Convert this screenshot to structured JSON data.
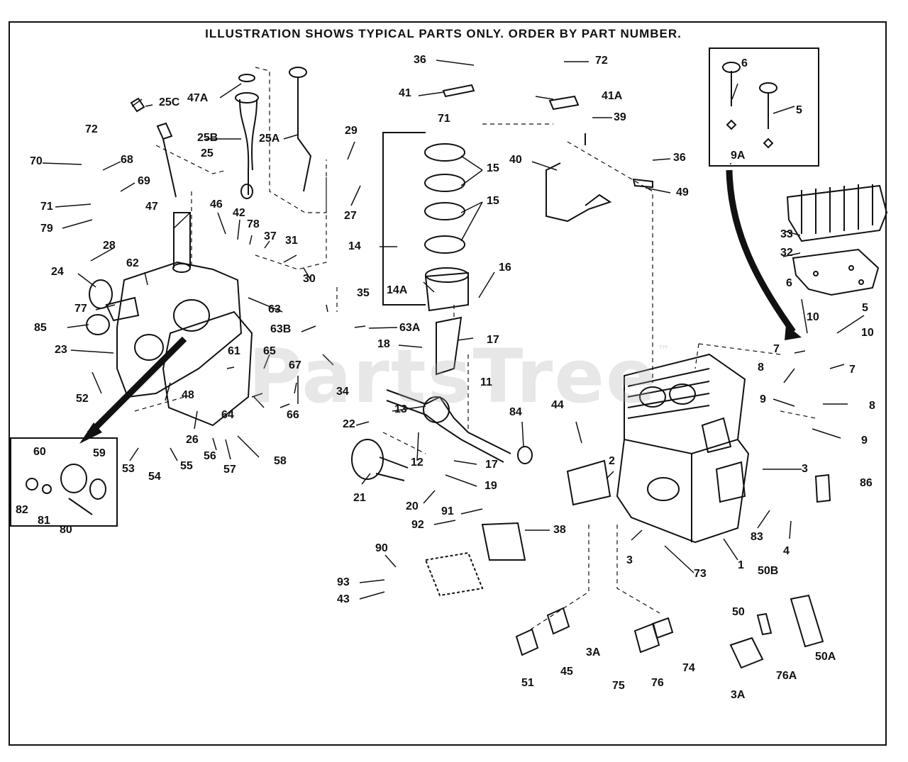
{
  "title": "ILLUSTRATION SHOWS TYPICAL PARTS ONLY. ORDER BY PART NUMBER.",
  "watermark": "PartsTree",
  "watermark_mark": "™",
  "callouts": {
    "c1": "1",
    "c2": "2",
    "c3a": "3",
    "c3b": "3",
    "c3A_1": "3A",
    "c3A_2": "3A",
    "c4": "4",
    "c5a": "5",
    "c5b": "5",
    "c6a": "6",
    "c6b": "6",
    "c7a": "7",
    "c7b": "7",
    "c8a": "8",
    "c8b": "8",
    "c9a": "9",
    "c9b": "9",
    "c9A": "9A",
    "c10a": "10",
    "c10b": "10",
    "c11": "11",
    "c12": "12",
    "c13": "13",
    "c14": "14",
    "c14A": "14A",
    "c15a": "15",
    "c15b": "15",
    "c16": "16",
    "c17a": "17",
    "c17b": "17",
    "c18": "18",
    "c19": "19",
    "c20": "20",
    "c21": "21",
    "c22": "22",
    "c23": "23",
    "c24": "24",
    "c25": "25",
    "c25A": "25A",
    "c25B": "25B",
    "c25C": "25C",
    "c26": "26",
    "c27": "27",
    "c28": "28",
    "c29": "29",
    "c30": "30",
    "c31": "31",
    "c32": "32",
    "c33": "33",
    "c34": "34",
    "c35": "35",
    "c36a": "36",
    "c36b": "36",
    "c37": "37",
    "c38": "38",
    "c39": "39",
    "c40": "40",
    "c41": "41",
    "c41A": "41A",
    "c42": "42",
    "c43": "43",
    "c44": "44",
    "c45": "45",
    "c46": "46",
    "c47": "47",
    "c47A": "47A",
    "c48": "48",
    "c49": "49",
    "c50": "50",
    "c50A": "50A",
    "c50B": "50B",
    "c51": "51",
    "c52": "52",
    "c53": "53",
    "c54": "54",
    "c55": "55",
    "c56": "56",
    "c57": "57",
    "c58": "58",
    "c59": "59",
    "c60": "60",
    "c61": "61",
    "c62": "62",
    "c63": "63",
    "c63A": "63A",
    "c63B": "63B",
    "c64": "64",
    "c65": "65",
    "c66": "66",
    "c67": "67",
    "c68": "68",
    "c69": "69",
    "c70": "70",
    "c71a": "71",
    "c71b": "71",
    "c72a": "72",
    "c72b": "72",
    "c73": "73",
    "c74": "74",
    "c75": "75",
    "c76": "76",
    "c76A": "76A",
    "c77": "77",
    "c78": "78",
    "c79": "79",
    "c80": "80",
    "c81": "81",
    "c82": "82",
    "c83": "83",
    "c84": "84",
    "c85": "85",
    "c86": "86",
    "c90": "90",
    "c91": "91",
    "c92": "92",
    "c93": "93"
  }
}
